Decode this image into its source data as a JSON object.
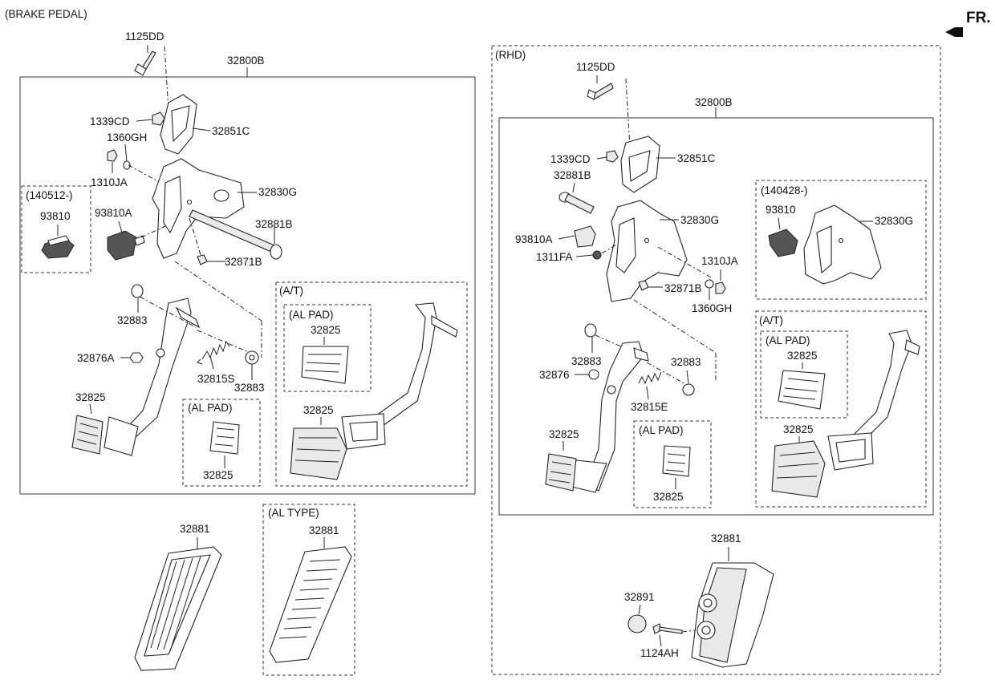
{
  "title": "(BRAKE PEDAL)",
  "direction_label": "FR.",
  "left": {
    "assembly_label": "32800B",
    "bolt_label": "1125DD",
    "nut_label": "1339CD",
    "bracket_label": "32851C",
    "washer_label": "1360GH",
    "nut2_label": "1310JA",
    "member_label": "32830G",
    "version_label": "(140512-)",
    "switch_label": "93810",
    "switch2_label": "93810A",
    "pin_label": "32881B",
    "bolt2_label": "32871B",
    "bushing_top_label": "32883",
    "stopper_label": "32876A",
    "spring_label": "32815S",
    "bushing_bottom_label": "32883",
    "pad_label": "32825",
    "alpad_label": "(AL PAD)",
    "alpad_part": "32825",
    "at_label": "(A/T)",
    "at_alpad_label": "(AL PAD)",
    "at_alpad_part": "32825",
    "at_pad_label": "32825",
    "accel_label": "32881",
    "altype_label": "(AL TYPE)",
    "altype_part": "32881"
  },
  "right": {
    "rhd_label": "(RHD)",
    "bolt_label": "1125DD",
    "assembly_label": "32800B",
    "nut_label": "1339CD",
    "bracket_label": "32851C",
    "pin_label": "32881B",
    "member_label": "32830G",
    "switch_label": "93810A",
    "nut3_label": "1311FA",
    "nut2_label": "1310JA",
    "bolt2_label": "32871B",
    "washer_label": "1360GH",
    "version_label": "(140428-)",
    "version_switch": "93810",
    "version_member": "32830G",
    "bushing_top_label": "32883",
    "stopper_label": "32876",
    "bushing2_label": "32883",
    "spring_label": "32815E",
    "pad_label": "32825",
    "alpad_label": "(AL PAD)",
    "alpad_part": "32825",
    "at_label": "(A/T)",
    "at_alpad_label": "(AL PAD)",
    "at_alpad_part": "32825",
    "at_pad_label": "32825",
    "accel_label": "32881",
    "cap_label": "32891",
    "screw_label": "1124AH"
  }
}
